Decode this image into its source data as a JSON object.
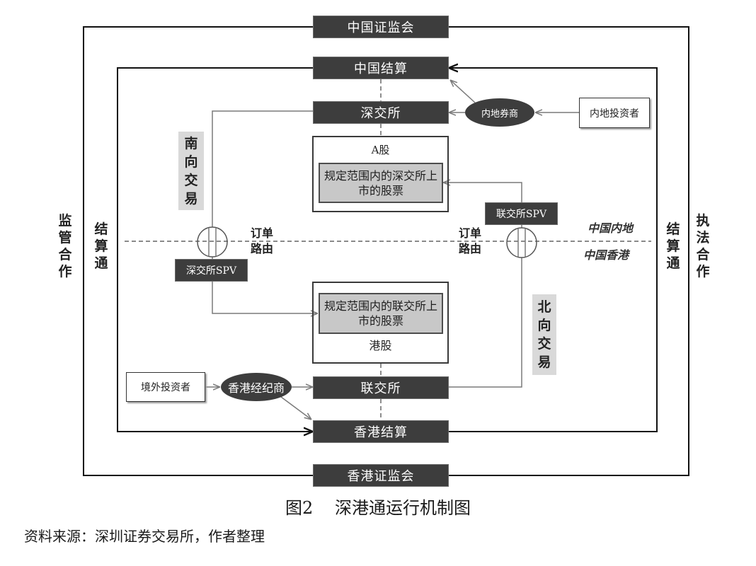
{
  "figure": {
    "csrc": "中国证监会",
    "chinaclear": "中国结算",
    "szse": "深交所",
    "a_share": {
      "label": "A股",
      "scope_lines": [
        "规定范围内的深交所上",
        "市的股票"
      ]
    },
    "mainland_broker": "内地券商",
    "mainland_investor": "内地投资者",
    "southbound_label": "南向交易",
    "hkex_spv": "联交所SPV",
    "order_routing_lines": [
      "订单",
      "路由"
    ],
    "region_mainland": "中国内地",
    "region_hongkong": "中国香港",
    "szse_spv": "深交所SPV",
    "h_share": {
      "scope_lines": [
        "规定范围内的联交所上",
        "市的股票"
      ],
      "label": "港股"
    },
    "northbound_label": "北向交易",
    "overseas_investor": "境外投资者",
    "hk_broker": "香港经纪商",
    "hkex": "联交所",
    "hkscc": "香港结算",
    "sfc": "香港证监会",
    "left_outer_label": "监管合作",
    "left_inner_label": "结算通",
    "right_inner_label": "结算通",
    "right_outer_label": "执法合作"
  },
  "caption": {
    "number": "图2",
    "title": "深港通运行机制图"
  },
  "source_note": "资料来源：深圳证券交易所，作者整理",
  "colors": {
    "dark_box": "#3d3d3d",
    "label_bg": "#d9d9d9",
    "scope_bg": "#c8c8c8",
    "connector": "#7a7a7a",
    "frame": "#111111"
  }
}
